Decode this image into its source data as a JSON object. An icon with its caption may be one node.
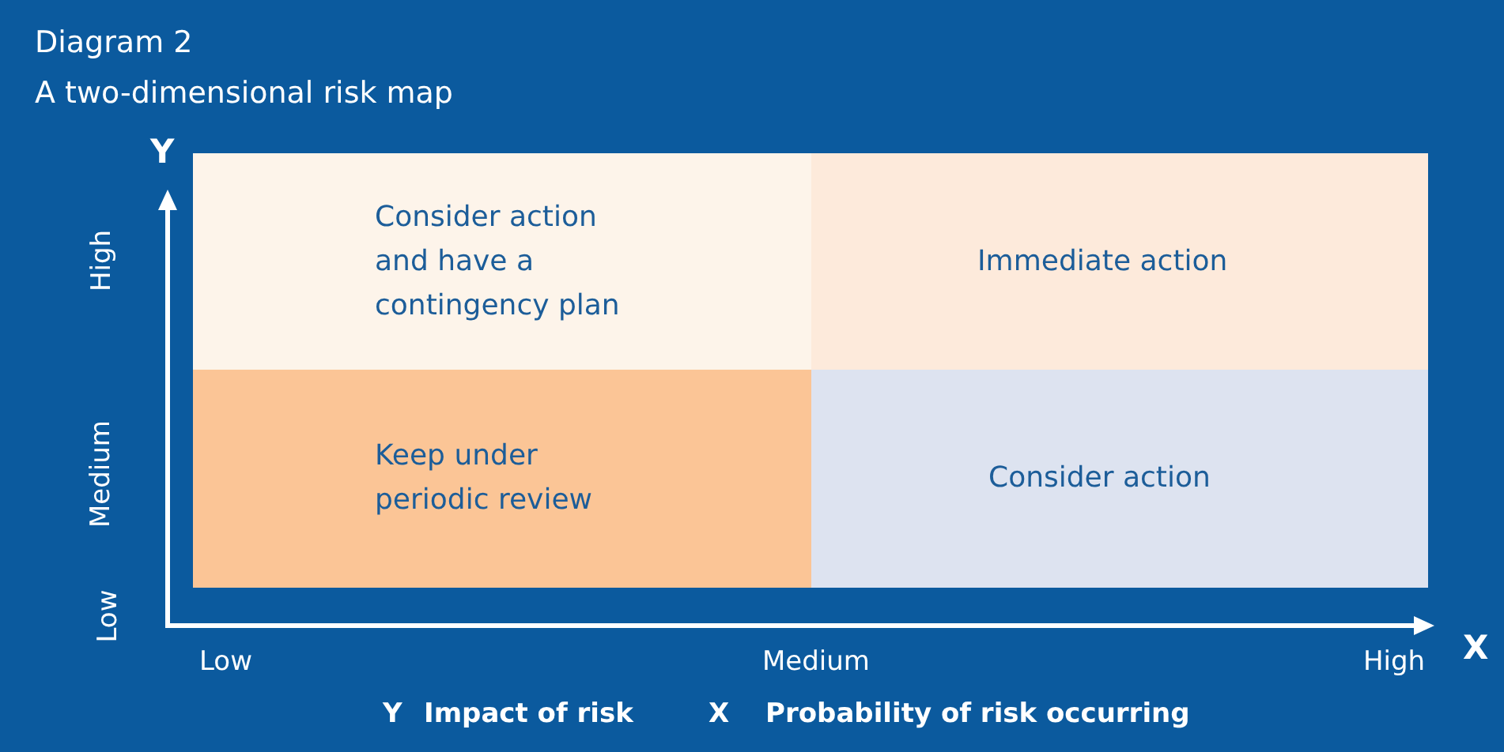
{
  "diagram": {
    "title": "Diagram 2",
    "nodes": [
      {
        "text": [
          "Consider action and have a contingency plan"
        ]
      },
      {
        "text": [
          "Immediate action"
        ]
      },
      {
        "text": [
          "Keep under periodic review"
        ]
      },
      {
        "text": [
          "Consider action"
        ]
      }
    ],
    "labels": [
      "A two-dimensional risk map",
      "Y",
      "High",
      "Medium",
      "Low",
      "Low",
      "Medium",
      "High",
      "X",
      "Y",
      "Impact of risk",
      "X",
      "Probability of risk occurring"
    ]
  }
}
